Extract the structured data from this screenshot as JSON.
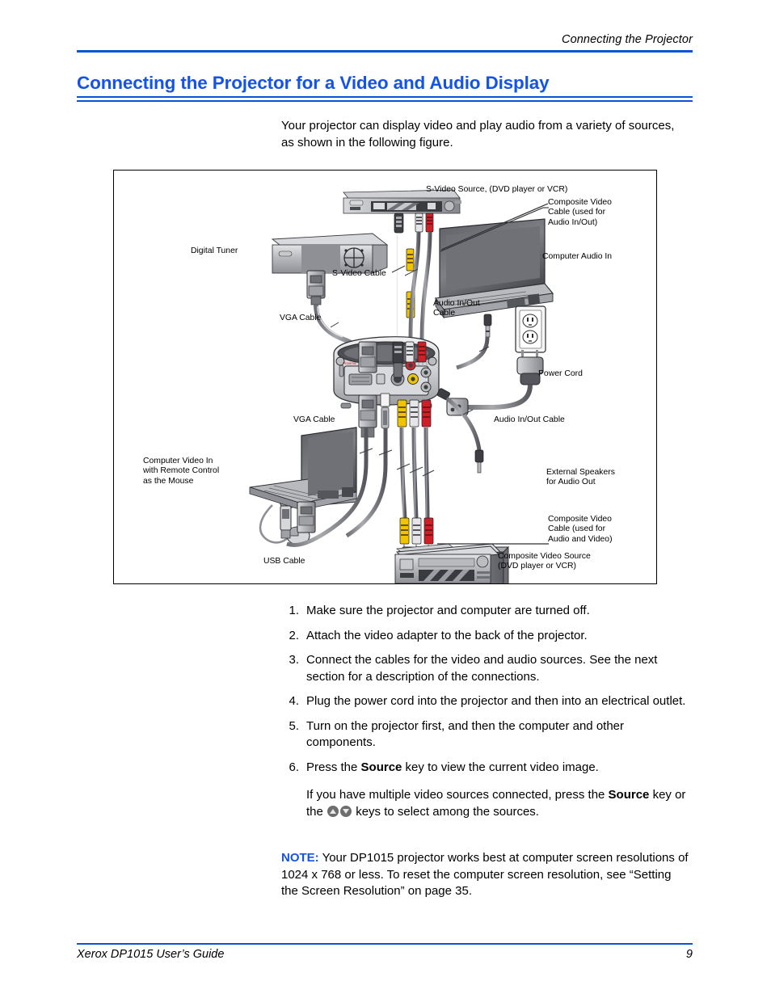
{
  "header": {
    "running_head": "Connecting the Projector"
  },
  "section": {
    "title": "Connecting the Projector for a Video and Audio Display"
  },
  "intro": {
    "paragraph": "Your projector can display video and play audio from a variety of sources, as shown in the following figure."
  },
  "figure": {
    "labels": {
      "digital_tuner": "Digital Tuner",
      "s_video_source": "S-Video Source, (DVD player or VCR)",
      "composite_video_cable_audio_inout": "Composite Video\nCable (used for\nAudio In/Out)",
      "computer_audio_in": "Computer Audio In",
      "s_video_cable": "S-Video Cable",
      "audio_inout_cable_upper": "Audio In/Out\nCable",
      "vga_cable_upper": "VGA Cable",
      "vga_cable_lower": "VGA Cable",
      "power_cord": "Power Cord",
      "audio_inout_cable_right": "Audio In/Out Cable",
      "computer_video_in": "Computer Video In\nwith Remote Control\nas the Mouse",
      "external_speakers": "External Speakers\nfor Audio Out",
      "composite_video_cable_audio_video": "Composite Video\nCable (used for\nAudio and Video)",
      "composite_video_source": "Composite Video Source\n(DVD player or VCR)",
      "usb_cable": "USB Cable"
    }
  },
  "steps": [
    {
      "num": "1.",
      "text": "Make sure the projector and computer are turned off."
    },
    {
      "num": "2.",
      "text": "Attach the video adapter to the back of the projector."
    },
    {
      "num": "3.",
      "text": "Connect the cables for the video and audio sources. See the next section for a description of the connections."
    },
    {
      "num": "4.",
      "text": "Plug the power cord into the projector and then into an electrical outlet."
    },
    {
      "num": "5.",
      "text": "Turn on the projector first, and then the computer and other components."
    }
  ],
  "step6": {
    "num": "6.",
    "prefix": "Press the ",
    "bold": "Source",
    "suffix": " key to view the current video image.",
    "sub_prefix": "If you have multiple video sources connected, press the ",
    "sub_bold": "Source",
    "sub_mid": " key or the ",
    "sub_suffix": " keys to select among the sources."
  },
  "note": {
    "label": "NOTE:",
    "text": " Your DP1015 projector works best at computer screen resolutions of 1024 x 768 or less. To reset the computer screen resolution, see “Setting the Screen Resolution” on page 35."
  },
  "footer": {
    "left": "Xerox DP1015 User’s Guide",
    "page": "9"
  },
  "colors": {
    "accent_blue": "#1453e8",
    "rule_blue": "#0b53d6",
    "text_black": "#000000",
    "connector_yellow": "#f2c400",
    "connector_red": "#d0202a",
    "connector_white": "#e8e8e8"
  }
}
